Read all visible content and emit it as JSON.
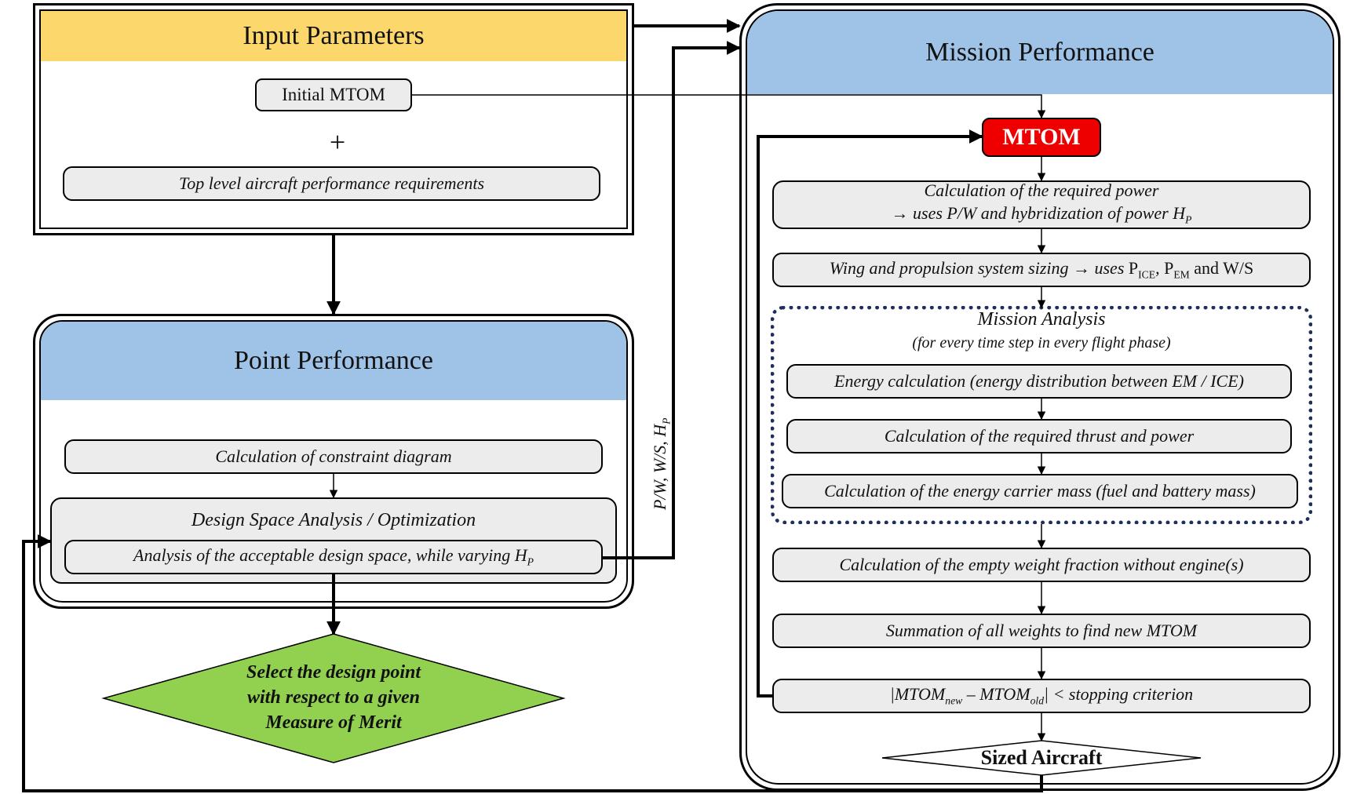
{
  "input": {
    "title": "Input Parameters",
    "initial_mtom": "Initial MTOM",
    "plus": "+",
    "requirements": "Top level aircraft performance requirements"
  },
  "point": {
    "title": "Point Performance",
    "constraint": "Calculation of constraint diagram",
    "dsa_title": "Design Space Analysis / Optimization",
    "dsa_text": "Analysis of the acceptable design space, while varying H",
    "dsa_sub": "P",
    "select_line1": "Select the design point",
    "select_line2": "with respect to a given",
    "select_line3": "Measure of Merit"
  },
  "link_label": {
    "text": "P/W, W/S, H",
    "sub": "P"
  },
  "mission": {
    "title": "Mission Performance",
    "mtom": "MTOM",
    "power_line1": "Calculation of the required power",
    "power_line2": "→ uses P/W and hybridization of power H",
    "power_sub": "P",
    "wing_text": "Wing and propulsion system sizing → uses ",
    "wing_p1": "P",
    "wing_ice": "ICE",
    "wing_comma": ", P",
    "wing_em": "EM",
    "wing_end": " and W/S",
    "analysis_title": "Mission Analysis",
    "analysis_sub": "(for every time step in every flight phase)",
    "energy": "Energy calculation (energy distribution between EM / ICE)",
    "thrust": "Calculation of the required thrust and power",
    "carrier": "Calculation of the energy carrier mass (fuel and battery mass)",
    "empty": "Calculation of the empty weight fraction without engine(s)",
    "summation": "Summation of all weights to find new MTOM",
    "crit_open": "|MTOM",
    "crit_new": "new",
    "crit_mid": " – MTOM",
    "crit_old": "old",
    "crit_end": "| < stopping criterion",
    "sized": "Sized Aircraft"
  },
  "colors": {
    "header_yellow": "#fcd86c",
    "header_blue": "#9fc3e7",
    "mtom_red": "#ee0000",
    "diamond_green": "#92d050",
    "box_grey": "#ececec",
    "dotted_navy": "#1f2e5c"
  }
}
